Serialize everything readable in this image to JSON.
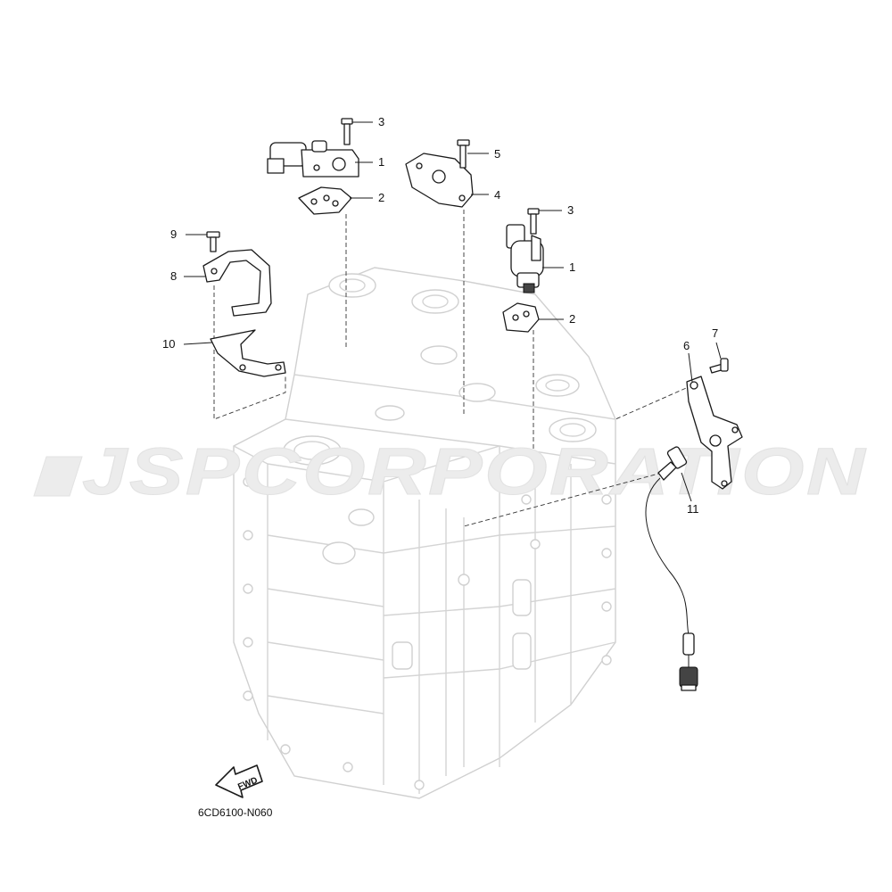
{
  "watermark": "JSPCORPORATION",
  "reference_code": "6CD6100-N060",
  "fwd_label": "FWD",
  "callouts": {
    "c1a": "1",
    "c2a": "2",
    "c3a": "3",
    "c4": "4",
    "c5": "5",
    "c3b": "3",
    "c1b": "1",
    "c2b": "2",
    "c9": "9",
    "c8": "8",
    "c10": "10",
    "c6": "6",
    "c7": "7",
    "c11": "11"
  }
}
